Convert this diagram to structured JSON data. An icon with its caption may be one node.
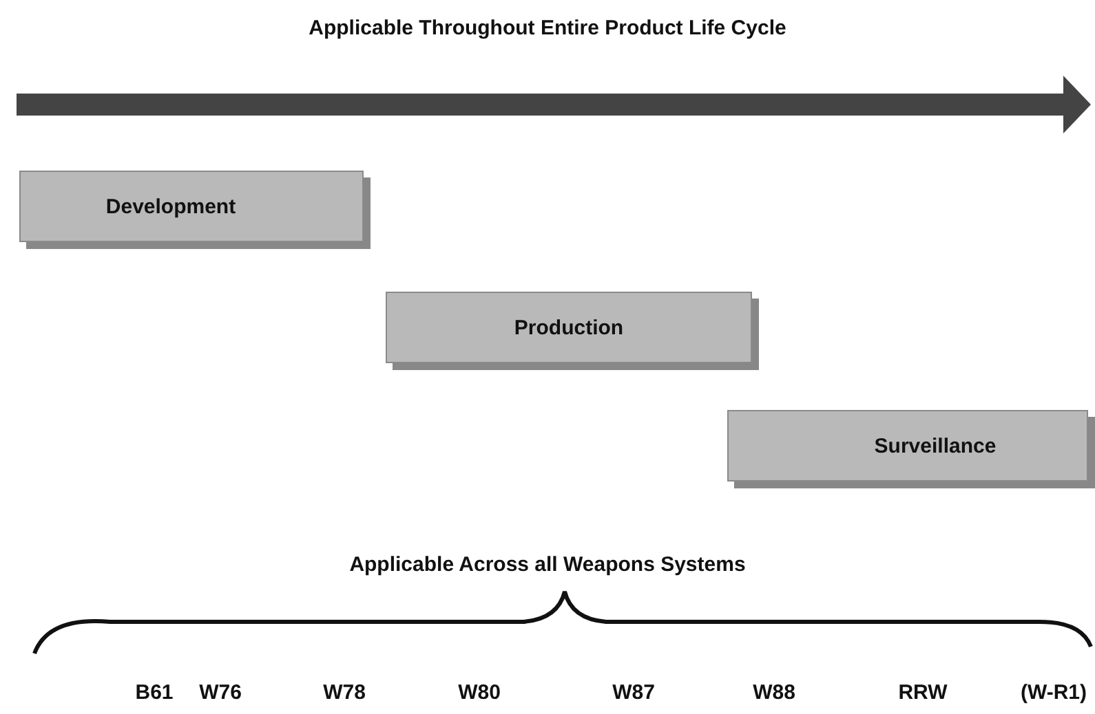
{
  "diagram": {
    "title": "Applicable Throughout Entire Product Life Cycle",
    "nodes": [
      {
        "text": [
          "Development"
        ]
      },
      {
        "text": [
          "Production"
        ]
      },
      {
        "text": [
          "Surveillance"
        ]
      }
    ],
    "labels": [
      "Applicable Across all Weapons Systems",
      "B61",
      "W76",
      "W78",
      "W80",
      "W87",
      "W88",
      "RRW",
      "(W-R1)"
    ]
  }
}
